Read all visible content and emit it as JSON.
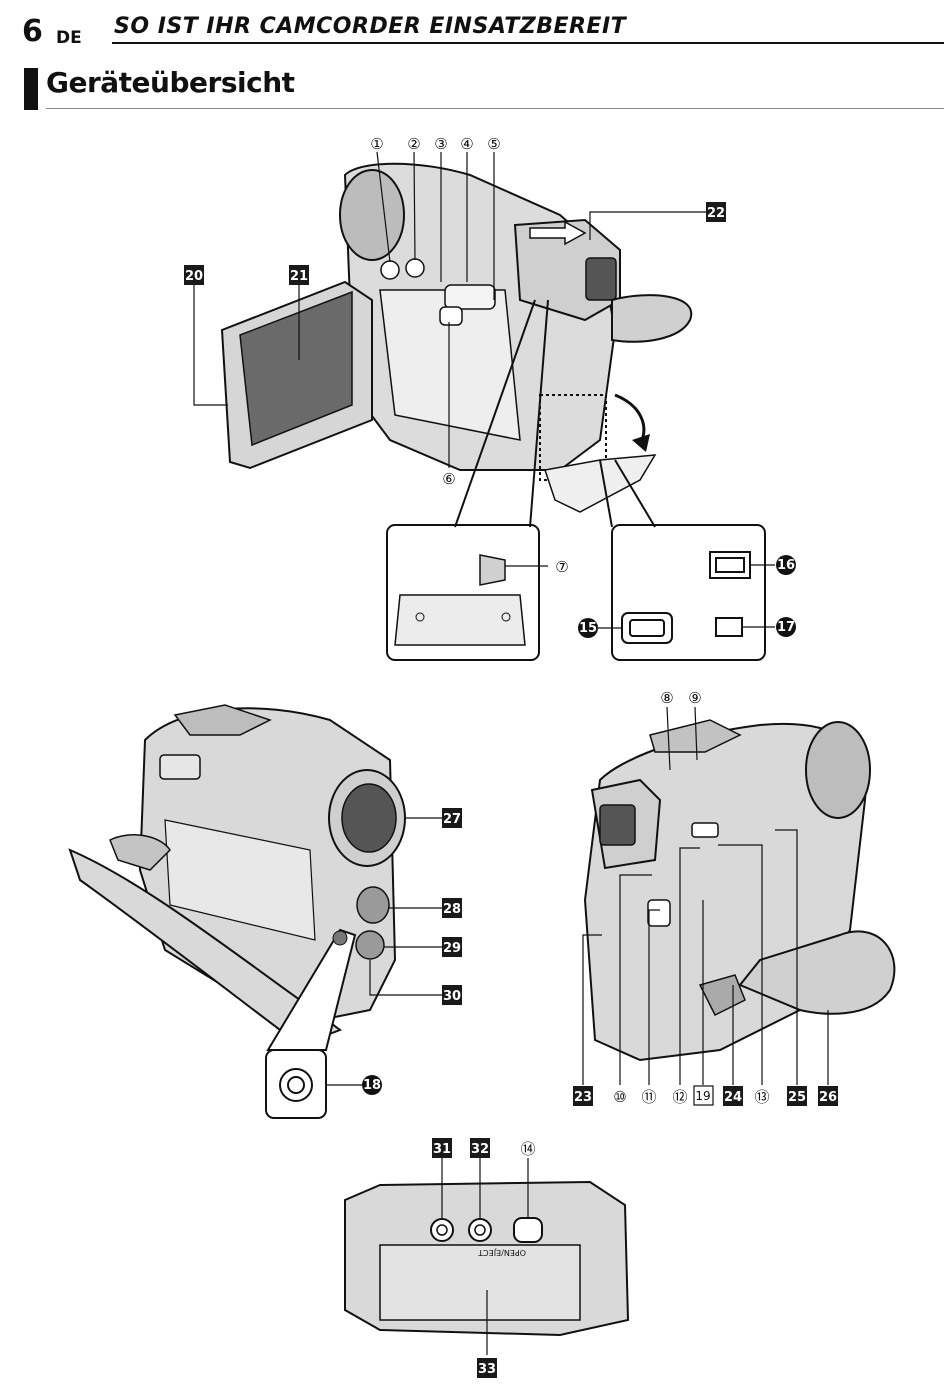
{
  "header": {
    "page_number": "6",
    "language": "DE",
    "chapter_title": "SO IST IHR CAMCORDER EINSATZBEREIT"
  },
  "section": {
    "title": "Geräteübersicht"
  },
  "callouts": {
    "c1": "①",
    "c2": "②",
    "c3": "③",
    "c4": "④",
    "c5": "⑤",
    "c6": "⑥",
    "c7": "⑦",
    "c8": "⑧",
    "c9": "⑨",
    "c10": "⑩",
    "c11": "⑪",
    "c12": "⑫",
    "c13": "⑬",
    "c14": "⑭",
    "b15": "15",
    "b16": "16",
    "b17": "17",
    "b18": "18",
    "s19": "19",
    "k20": "20",
    "k21": "21",
    "k22": "22",
    "k23": "23",
    "k24": "24",
    "k25": "25",
    "k26": "26",
    "k27": "27",
    "k28": "28",
    "k29": "29",
    "k30": "30",
    "k31": "31",
    "k32": "32",
    "k33": "33"
  },
  "bottom_view": {
    "open_eject": "OPEN/EJECT"
  },
  "colors": {
    "body_gray": "#d9d9d9",
    "dark_gray": "#7a7a7a",
    "line": "#111111",
    "label_box": "#1a1a1a"
  }
}
